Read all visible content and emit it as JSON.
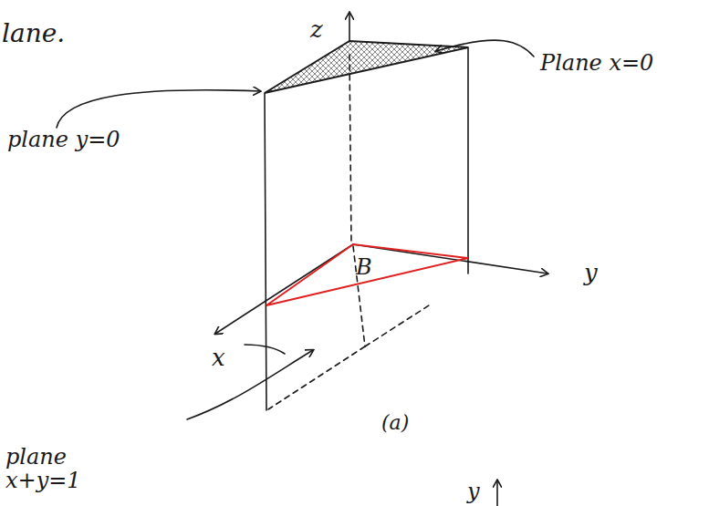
{
  "diagram": {
    "labels": [
      "lane.",
      "z",
      "Plane x=0",
      "plane y=0",
      "y",
      "B",
      "x",
      "(a)",
      "plane x+y=1",
      "y"
    ]
  }
}
